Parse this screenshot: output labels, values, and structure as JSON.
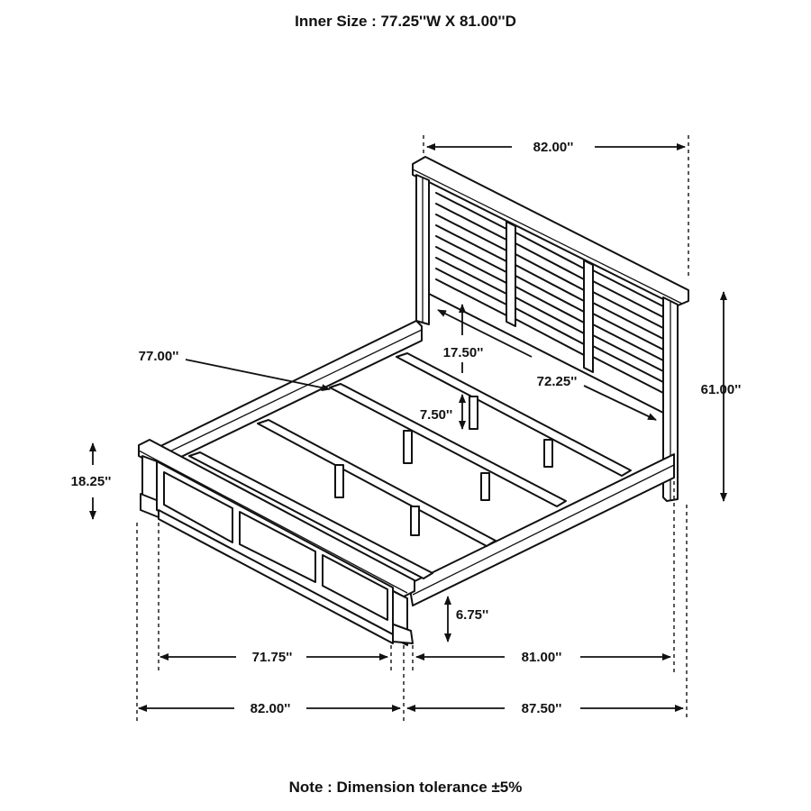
{
  "header": {
    "inner_size": "Inner Size : 77.25''W X 81.00''D"
  },
  "footer": {
    "note": "Note : Dimension tolerance ±5%"
  },
  "dimensions": {
    "headboard_width": "82.00''",
    "headboard_height": "61.00''",
    "headboard_panel_height": "17.50''",
    "headboard_inner_width": "72.25''",
    "slat_spacing": "7.50''",
    "side_rail_length": "77.00''",
    "footboard_height": "18.25''",
    "rail_height": "6.75''",
    "footboard_inner_width": "71.75''",
    "inner_depth": "81.00''",
    "overall_width": "82.00''",
    "overall_length": "87.50''"
  }
}
